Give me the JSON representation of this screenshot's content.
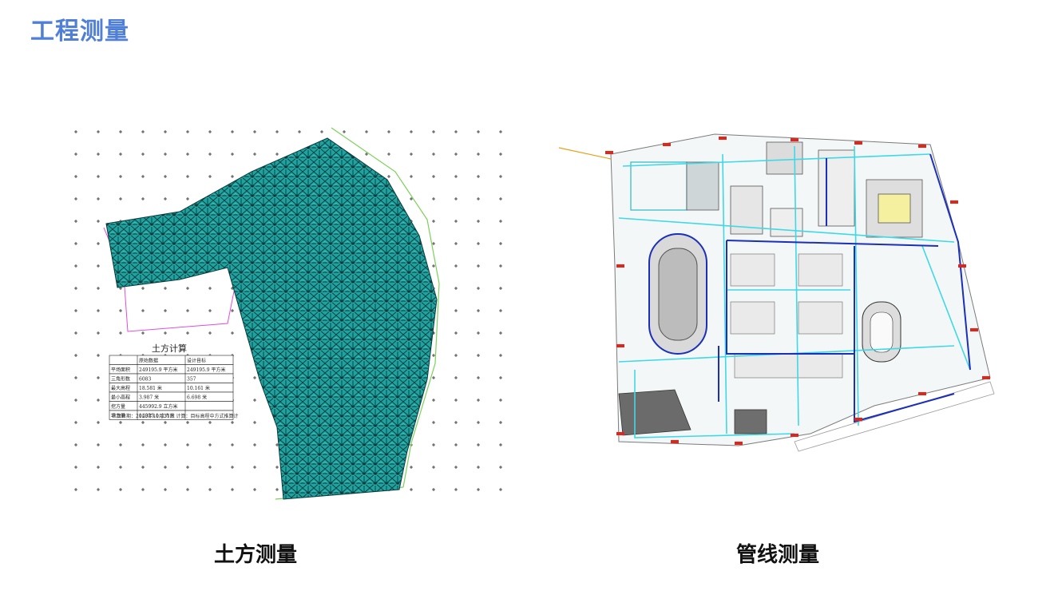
{
  "page": {
    "title": "工程测量"
  },
  "earthwork": {
    "caption": "土方测量",
    "table": {
      "title": "土方计算",
      "header": [
        "",
        "原始数据",
        "设计目标"
      ],
      "rows": [
        [
          "平场面积",
          "249195.9 平方米",
          "249195.9 平方米"
        ],
        [
          "三角形数",
          "6083",
          "357"
        ],
        [
          "最大高程",
          "18.581 米",
          "10.161 米"
        ],
        [
          "最小高程",
          "3.987 米",
          "6.698 米"
        ],
        [
          "挖方量",
          "445992.9 立方米",
          ""
        ],
        [
          "填方量",
          "14023.1 立方米",
          ""
        ]
      ],
      "footer": "计算日期：2023年10月31日    计算：目标高程中方式推算计"
    }
  },
  "pipeline": {
    "caption": "管线测量"
  },
  "colors": {
    "title": "#4f7fd6",
    "mesh": "#1a9a9a",
    "mesh_dark": "#0b3b3b",
    "pipe_cyan": "#3fd8e6",
    "pipe_blue": "#1b2fb8",
    "pipe_red": "#e0261a"
  }
}
